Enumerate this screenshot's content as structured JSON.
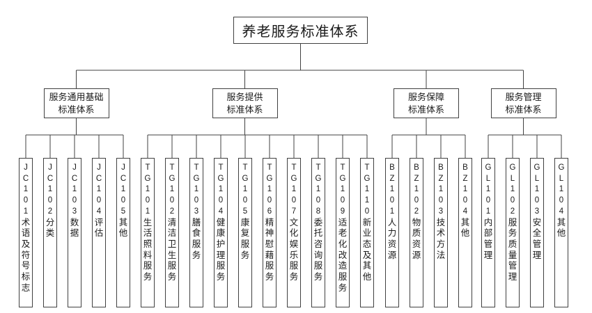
{
  "diagram": {
    "title": "养老服务标准体系",
    "colors": {
      "line": "#404040",
      "text": "#1a1a1a",
      "background": "#ffffff"
    },
    "groups": [
      {
        "label_lines": [
          "服务通用基础",
          "标准体系"
        ],
        "leaves": [
          {
            "code": "JC101",
            "name": "术语及符号标志"
          },
          {
            "code": "JC102",
            "name": "分类"
          },
          {
            "code": "JC103",
            "name": "数据"
          },
          {
            "code": "JC104",
            "name": "评估"
          },
          {
            "code": "JC105",
            "name": "其他"
          }
        ]
      },
      {
        "label_lines": [
          "服务提供",
          "标准体系"
        ],
        "leaves": [
          {
            "code": "TG101",
            "name": "生活照料服务"
          },
          {
            "code": "TG102",
            "name": "清洁卫生服务"
          },
          {
            "code": "TG103",
            "name": "膳食服务"
          },
          {
            "code": "TG104",
            "name": "健康护理服务"
          },
          {
            "code": "TG105",
            "name": "康复服务"
          },
          {
            "code": "TG106",
            "name": "精神慰藉服务"
          },
          {
            "code": "TG107",
            "name": "文化娱乐服务"
          },
          {
            "code": "TG108",
            "name": "委托咨询服务"
          },
          {
            "code": "TG109",
            "name": "适老化改造服务"
          },
          {
            "code": "TG110",
            "name": "新业态及其他"
          }
        ]
      },
      {
        "label_lines": [
          "服务保障",
          "标准体系"
        ],
        "leaves": [
          {
            "code": "BZ101",
            "name": "人力资源"
          },
          {
            "code": "BZ102",
            "name": "物质资源"
          },
          {
            "code": "BZ103",
            "name": "技术方法"
          },
          {
            "code": "BZ104",
            "name": "其他"
          }
        ]
      },
      {
        "label_lines": [
          "服务管理",
          "标准体系"
        ],
        "leaves": [
          {
            "code": "GL101",
            "name": "内部管理"
          },
          {
            "code": "GL102",
            "name": "服务质量管理"
          },
          {
            "code": "GL103",
            "name": "安全管理"
          },
          {
            "code": "GL104",
            "name": "其他"
          }
        ]
      }
    ]
  }
}
